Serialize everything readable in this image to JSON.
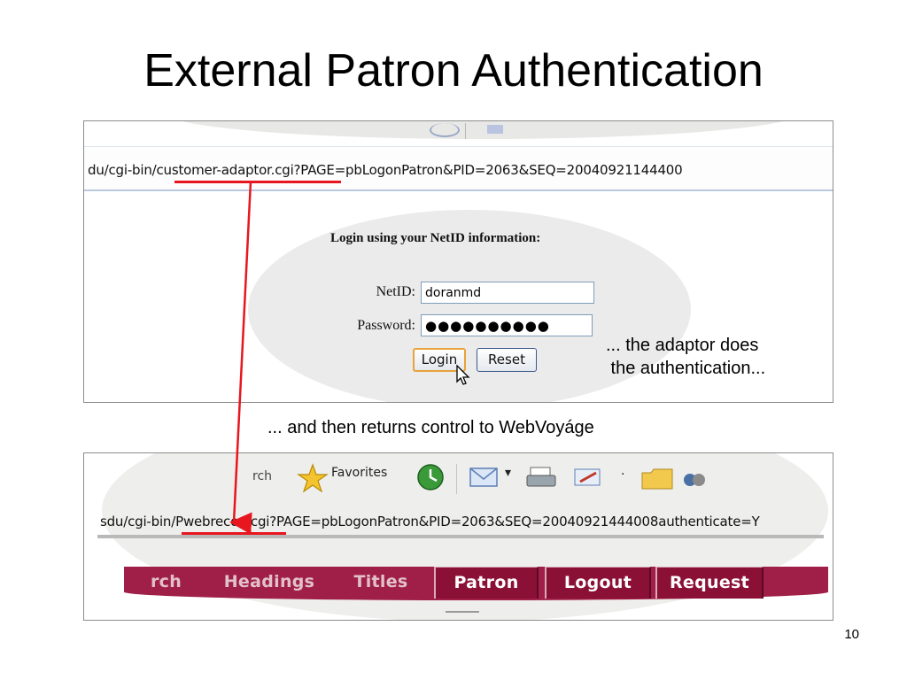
{
  "slide": {
    "title": "External Patron Authentication",
    "page_number": "10"
  },
  "screenshot1": {
    "address_url": "du/cgi-bin/customer-adaptor.cgi?PAGE=pbLogonPatron&PID=2063&SEQ=20040921144400",
    "login_heading": "Login using your NetID information:",
    "netid_label": "NetID:",
    "netid_value": "doranmd",
    "password_label": "Password:",
    "password_value": "●●●●●●●●●●",
    "login_button": "Login",
    "reset_button": "Reset"
  },
  "annotations": {
    "adaptor_note": "... the adaptor does\n the authentication...",
    "returns_note": "... and then returns control to WebVoyáge"
  },
  "screenshot2": {
    "toolbar_tail_text": "rch",
    "favorites_label": "Favorites",
    "address_url": "sdu/cgi-bin/Pwebrecon.cgi?PAGE=pbLogonPatron&PID=2063&SEQ=20040921444008authenticate=Y",
    "nav_tabs": [
      {
        "label": "rch",
        "active": false
      },
      {
        "label": "Headings",
        "active": false
      },
      {
        "label": "Titles",
        "active": false
      },
      {
        "label": "Patron",
        "active": true
      },
      {
        "label": "Logout",
        "active": true
      },
      {
        "label": "Request",
        "active": true
      }
    ]
  },
  "colors": {
    "accent_red": "#e8161f",
    "nav_bar": "#a01f48",
    "nav_active": "#8b1035"
  }
}
